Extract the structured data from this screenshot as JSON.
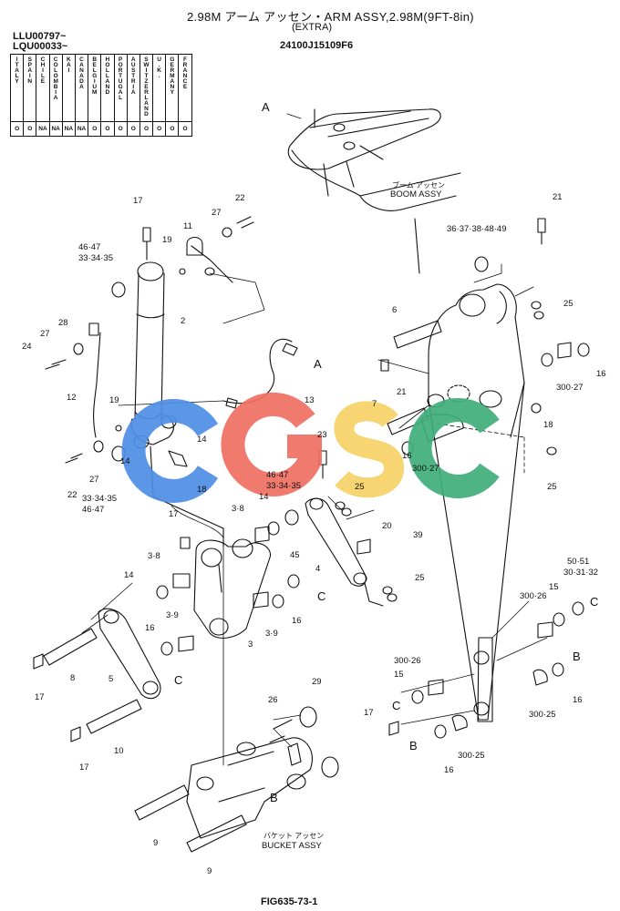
{
  "header": {
    "title": "2.98M アーム アッセン・ARM ASSY,2.98M(9FT-8in)",
    "subtitle": "(EXTRA)",
    "serial_1": "LLU00797~",
    "serial_2": "LQU00033~",
    "part_number": "24100J15109F6"
  },
  "countries": [
    "ITALY",
    "SPAIN",
    "CHILE",
    "COLOMBIA",
    "KAI",
    "CANADA",
    "BELGIUM",
    "HOLLAND",
    "PORTUGAL",
    "AUSTRIA",
    "SWITZERLAND",
    "U.K.",
    "GERMANY",
    "FRANCE"
  ],
  "availability": [
    "O",
    "O",
    "NA",
    "NA",
    "NA",
    "NA",
    "O",
    "O",
    "O",
    "O",
    "O",
    "O",
    "O",
    "O"
  ],
  "watermark": {
    "text": "CGSC",
    "colors": [
      "#4f8ee6",
      "#ef6f62",
      "#f7d268",
      "#3fae7a"
    ]
  },
  "notes": {
    "boom_jp": "ブーム アッセン",
    "boom_en": "BOOM ASSY",
    "bucket_jp": "バケット アッセン",
    "bucket_en": "BUCKET ASSY"
  },
  "callouts": {
    "A1": "A",
    "A2": "A",
    "B1": "B",
    "B2": "B",
    "B3": "B",
    "C1": "C",
    "C2": "C",
    "C3": "C",
    "C4": "C",
    "n17a": "17",
    "n22a": "22",
    "n27a": "27",
    "n11": "11",
    "n19a": "19",
    "n4647a": "46·47",
    "n3334a": "33·34·35",
    "n2": "2",
    "n28": "28",
    "n27b": "27",
    "n24": "24",
    "n12": "12",
    "n19b": "19",
    "n14a": "14",
    "n18a": "18",
    "n22b": "22",
    "n27c": "27",
    "n3334b": "33·34·35",
    "n4647b": "46·47",
    "n14b": "14",
    "n13": "13",
    "n23": "23",
    "n4647c": "46·47",
    "n3334c": "33·34·35",
    "n38a": "3·8",
    "n14c": "14",
    "n25a": "25",
    "n20": "20",
    "n17b": "17",
    "n38b": "3·8",
    "n45": "45",
    "n14d": "14",
    "n4": "4",
    "n25b": "25",
    "n16a": "16",
    "n39a": "3·9",
    "n39b": "3·9",
    "n16b": "16",
    "n3": "3",
    "n8": "8",
    "n5": "5",
    "n17c": "17",
    "n10": "10",
    "n17d": "17",
    "n26a": "26",
    "n29": "29",
    "n9a": "9",
    "n9b": "9",
    "n21a": "21",
    "n36": "36·37·38·48·49",
    "n25c": "25",
    "n6": "6",
    "n16c": "16",
    "n30027a": "300·27",
    "n21b": "21",
    "n7": "7",
    "n18b": "18",
    "n16d": "16",
    "n30027b": "300·27",
    "n25d": "25",
    "n39": "39",
    "n5051": "50·51",
    "n3031": "30·31·32",
    "n15a": "15",
    "n30026a": "300·26",
    "n30026b": "300·26",
    "n15b": "15",
    "n30025a": "300·25",
    "n16e": "16",
    "n17e": "17",
    "n16f": "16",
    "n30025b": "300·25"
  },
  "figure_label": "FIG635-73-1"
}
